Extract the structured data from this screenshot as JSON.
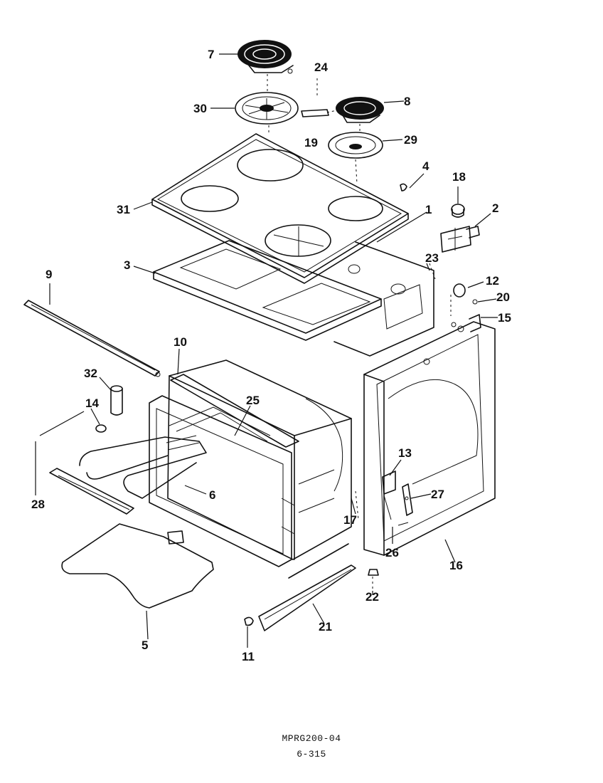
{
  "diagram": {
    "labels": [
      "1",
      "2",
      "3",
      "4",
      "5",
      "6",
      "7",
      "8",
      "9",
      "10",
      "11",
      "12",
      "13",
      "14",
      "15",
      "16",
      "17",
      "18",
      "19",
      "20",
      "21",
      "22",
      "23",
      "24",
      "25",
      "26",
      "27",
      "28",
      "29",
      "30",
      "31",
      "32"
    ],
    "footer": {
      "drawing_code": "MPRG200-04",
      "page_ref": "6-315"
    }
  }
}
